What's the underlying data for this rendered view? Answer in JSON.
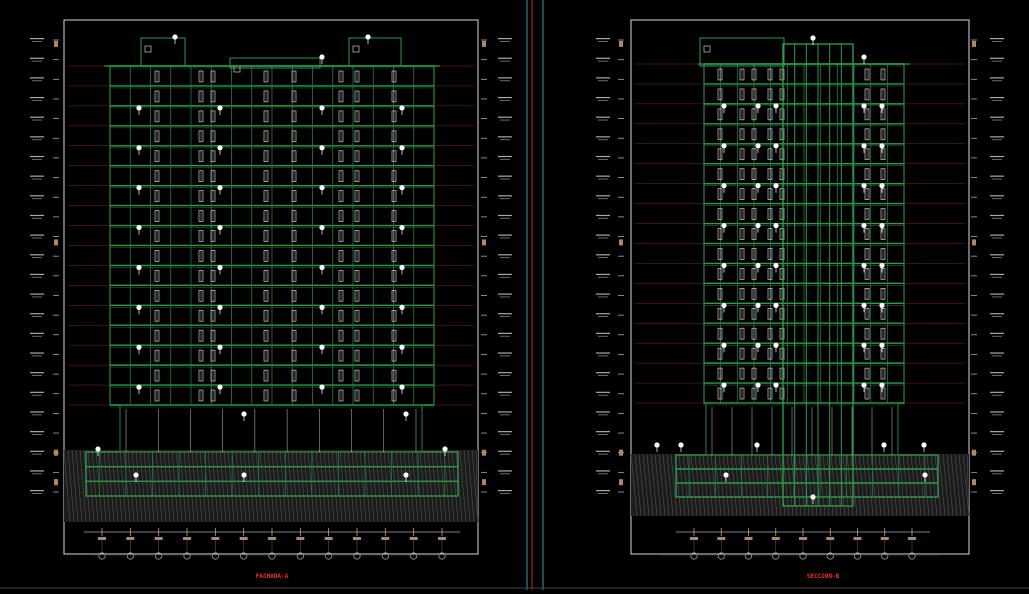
{
  "drawing": {
    "background": "#000000",
    "colors": {
      "frame": "#d8d8d8",
      "structure": "#2e9a4a",
      "window": "#c9c9c9",
      "level_line": "#7a1f2a",
      "dimension": "#a9a9a9",
      "tag": "#a88a66",
      "title": "#ff2a2a",
      "sheet_border_left": "#1fa6a6",
      "sheet_border_right": "#c0233c",
      "ground": "#5a5a5a",
      "marker": "#ffffff"
    },
    "sheets": [
      {
        "name": "elevation-a",
        "title": "FACHADA-A",
        "floors": 17,
        "podium_levels": 3,
        "axis_markers": 13
      },
      {
        "name": "section-b",
        "title": "SECCION-B",
        "floors": 17,
        "podium_levels": 3,
        "axis_markers": 9
      }
    ]
  }
}
